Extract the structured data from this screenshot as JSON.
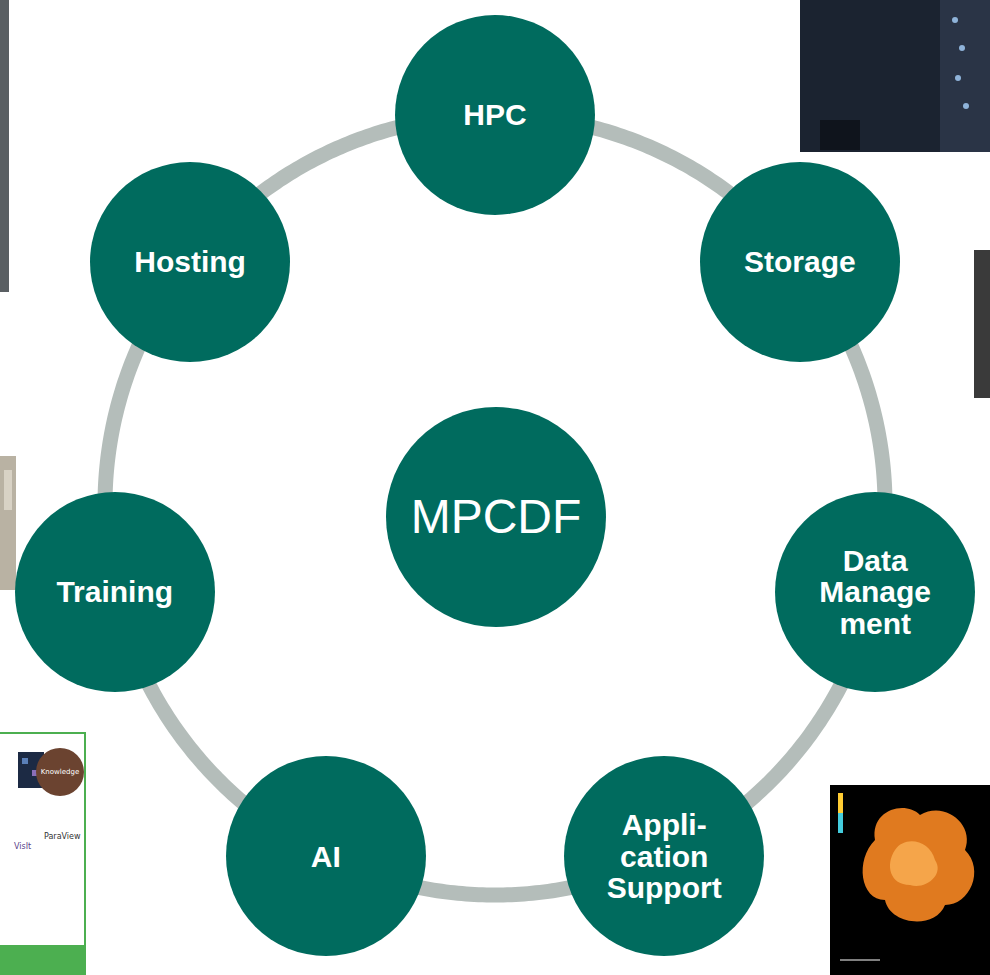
{
  "diagram": {
    "nodes": [
      {
        "text": [
          "HPC"
        ]
      },
      {
        "text": [
          "Storage"
        ]
      },
      {
        "text": [
          "Data Manage ment"
        ]
      },
      {
        "text": [
          "Appli- cation Support"
        ]
      },
      {
        "text": [
          "AI"
        ]
      },
      {
        "text": [
          "Training"
        ]
      },
      {
        "text": [
          "Hosting"
        ]
      },
      {
        "text": [
          "MPCDF"
        ]
      }
    ],
    "edges": [
      {
        "from": 0,
        "to": 1,
        "arrow": "none"
      },
      {
        "from": 1,
        "to": 2,
        "arrow": "none"
      },
      {
        "from": 2,
        "to": 3,
        "arrow": "none"
      },
      {
        "from": 3,
        "to": 4,
        "arrow": "none"
      },
      {
        "from": 4,
        "to": 5,
        "arrow": "none"
      },
      {
        "from": 5,
        "to": 6,
        "arrow": "none"
      },
      {
        "from": 6,
        "to": 0,
        "arrow": "none"
      }
    ],
    "labels": [
      "Knowledge",
      "ParaView",
      "VisIt"
    ]
  }
}
